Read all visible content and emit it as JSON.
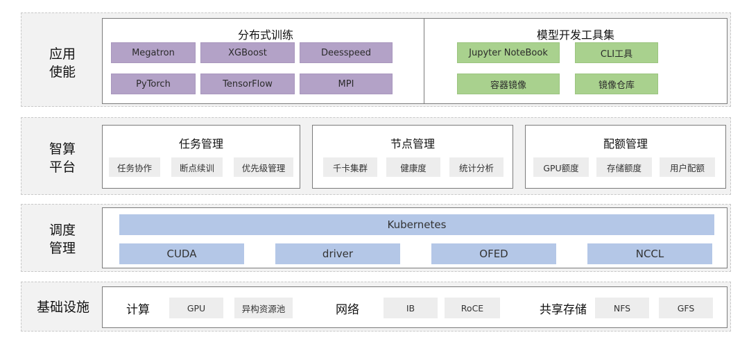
{
  "layers": {
    "app": {
      "label": "应用\n使能",
      "distributed": {
        "title": "分布式训练",
        "items": [
          "Megatron",
          "XGBoost",
          "Deesspeed",
          "PyTorch",
          "TensorFlow",
          "MPI"
        ]
      },
      "devtools": {
        "title": "模型开发工具集",
        "items": [
          "Jupyter NoteBook",
          "CLI工具",
          "容器镜像",
          "镜像仓库"
        ]
      }
    },
    "platform": {
      "label": "智算\n平台",
      "task": {
        "title": "任务管理",
        "items": [
          "任务协作",
          "断点续训",
          "优先级管理"
        ]
      },
      "node": {
        "title": "节点管理",
        "items": [
          "千卡集群",
          "健康度",
          "统计分析"
        ]
      },
      "quota": {
        "title": "配额管理",
        "items": [
          "GPU额度",
          "存储额度",
          "用户配额"
        ]
      }
    },
    "scheduling": {
      "label": "调度\n管理",
      "top": "Kubernetes",
      "items": [
        "CUDA",
        "driver",
        "OFED",
        "NCCL"
      ]
    },
    "infra": {
      "label": "基础设施",
      "compute": {
        "label": "计算",
        "items": [
          "GPU",
          "异构资源池"
        ]
      },
      "network": {
        "label": "网络",
        "items": [
          "IB",
          "RoCE"
        ]
      },
      "storage": {
        "label": "共享存储",
        "items": [
          "NFS",
          "GFS"
        ]
      }
    }
  }
}
